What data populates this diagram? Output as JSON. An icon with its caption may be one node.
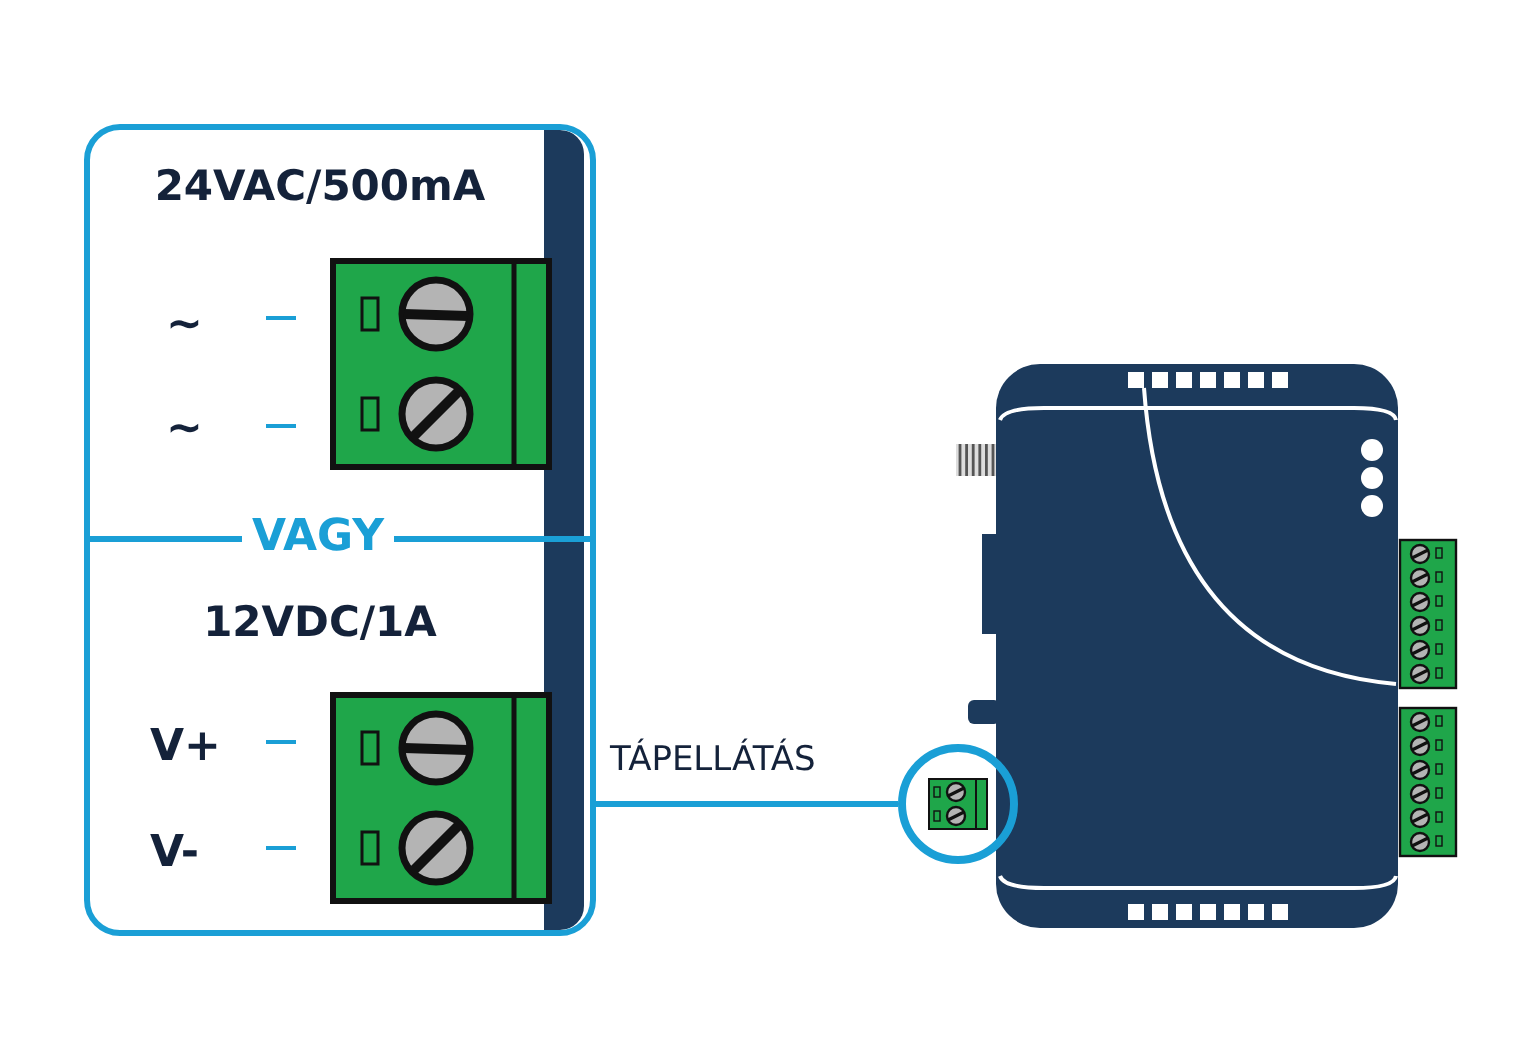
{
  "diagram": {
    "nodes": [
      {
        "text": [
          "24VAC/500mA",
          "VAGY",
          "12VDC/1A"
        ]
      },
      {
        "text": [],
        "shape": "circle"
      }
    ],
    "edges": [
      {
        "from": 0,
        "to": 1,
        "arrow": "none",
        "label": "TÁPELLÁTÁS"
      }
    ],
    "labels": [
      "~",
      "~",
      "V+",
      "V-"
    ]
  }
}
